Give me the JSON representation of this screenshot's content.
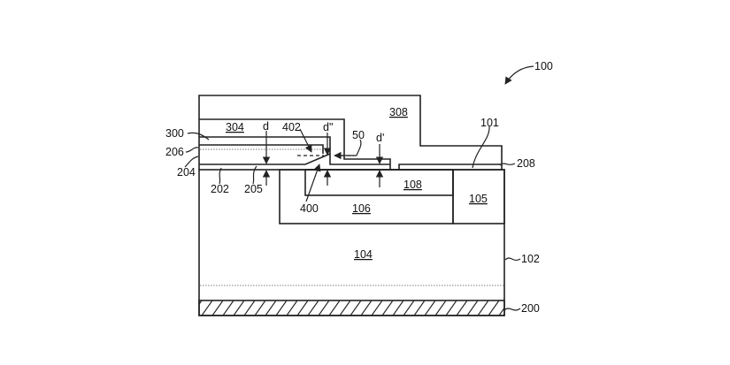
{
  "figure": {
    "reference_numeral": "100",
    "regions": {
      "r304": "304",
      "r308": "308",
      "r108": "108",
      "r106": "106",
      "r105": "105",
      "r104": "104"
    },
    "leaders": {
      "l300": "300",
      "l206": "206",
      "l204": "204",
      "l202": "202",
      "l205": "205",
      "l400": "400",
      "l402": "402",
      "l50": "50",
      "l101": "101",
      "l208": "208",
      "l102": "102",
      "l200": "200"
    },
    "dimensions": {
      "d": "d",
      "d_double_prime": "d\"",
      "d_prime": "d'"
    }
  }
}
